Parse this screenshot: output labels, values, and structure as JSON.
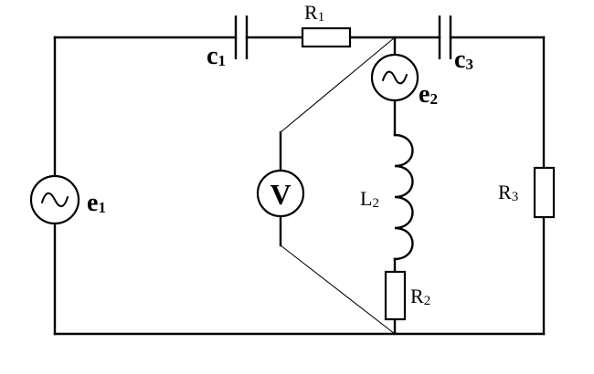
{
  "components": {
    "c1": {
      "letter": "c",
      "subscript": "1"
    },
    "r1": {
      "letter": "R",
      "subscript": "1"
    },
    "c3": {
      "letter": "c",
      "subscript": "3"
    },
    "e2": {
      "letter": "e",
      "subscript": "2"
    },
    "l2": {
      "letter": "L",
      "subscript": "2"
    },
    "r2": {
      "letter": "R",
      "subscript": "2"
    },
    "r3": {
      "letter": "R",
      "subscript": "3"
    },
    "e1": {
      "letter": "e",
      "subscript": "1"
    },
    "voltmeter": {
      "symbol": "V"
    }
  },
  "colors": {
    "stroke": "#000000",
    "background": "#ffffff"
  },
  "icons": {
    "source": "ac-source-icon",
    "voltmeter": "voltmeter-icon"
  }
}
